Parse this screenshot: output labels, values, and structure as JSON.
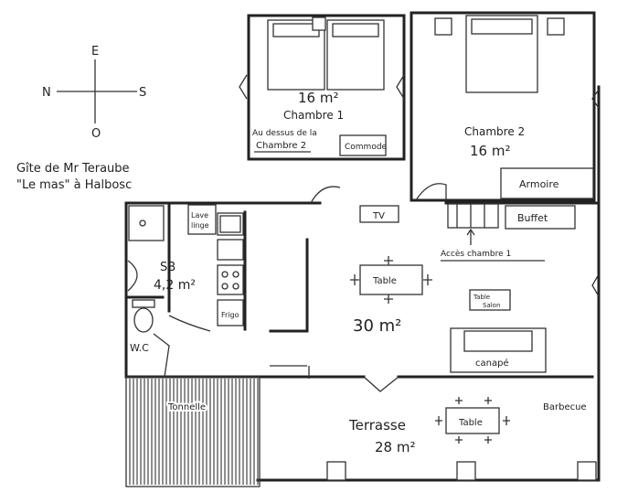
{
  "compass": {
    "north": "N",
    "east": "E",
    "south": "S",
    "west": "O"
  },
  "owner": {
    "line1": "Gîte de Mr Teraube",
    "line2": "\"Le mas\" à Halbosc"
  },
  "rooms": {
    "chambre1": {
      "name": "Chambre 1",
      "area": "16 m²"
    },
    "chambre2_note": {
      "line1": "Au dessus de la",
      "line2": "Chambre 2"
    },
    "chambre2": {
      "name": "Chambre 2",
      "area": "16 m²"
    },
    "sb": {
      "name": "SB",
      "area": "4,2 m²"
    },
    "wc": {
      "name": "W.C"
    },
    "sejour": {
      "area": "30 m²"
    },
    "terrasse": {
      "name": "Terrasse",
      "area": "28 m²"
    },
    "tonnelle": {
      "name": "Tonnelle"
    }
  },
  "furniture": {
    "commode": "Commode",
    "armoire": "Armoire",
    "tv": "TV",
    "buffet": "Buffet",
    "acces": "Accès chambre 1",
    "lave_linge_1": "Lave",
    "lave_linge_2": "linge",
    "frigo": "Frigo",
    "table_sejour": "Table",
    "table_salon_1": "Table",
    "table_salon_2": "Salon",
    "canape": "canapé",
    "table_terrasse": "Table",
    "barbecue": "Barbecue"
  }
}
